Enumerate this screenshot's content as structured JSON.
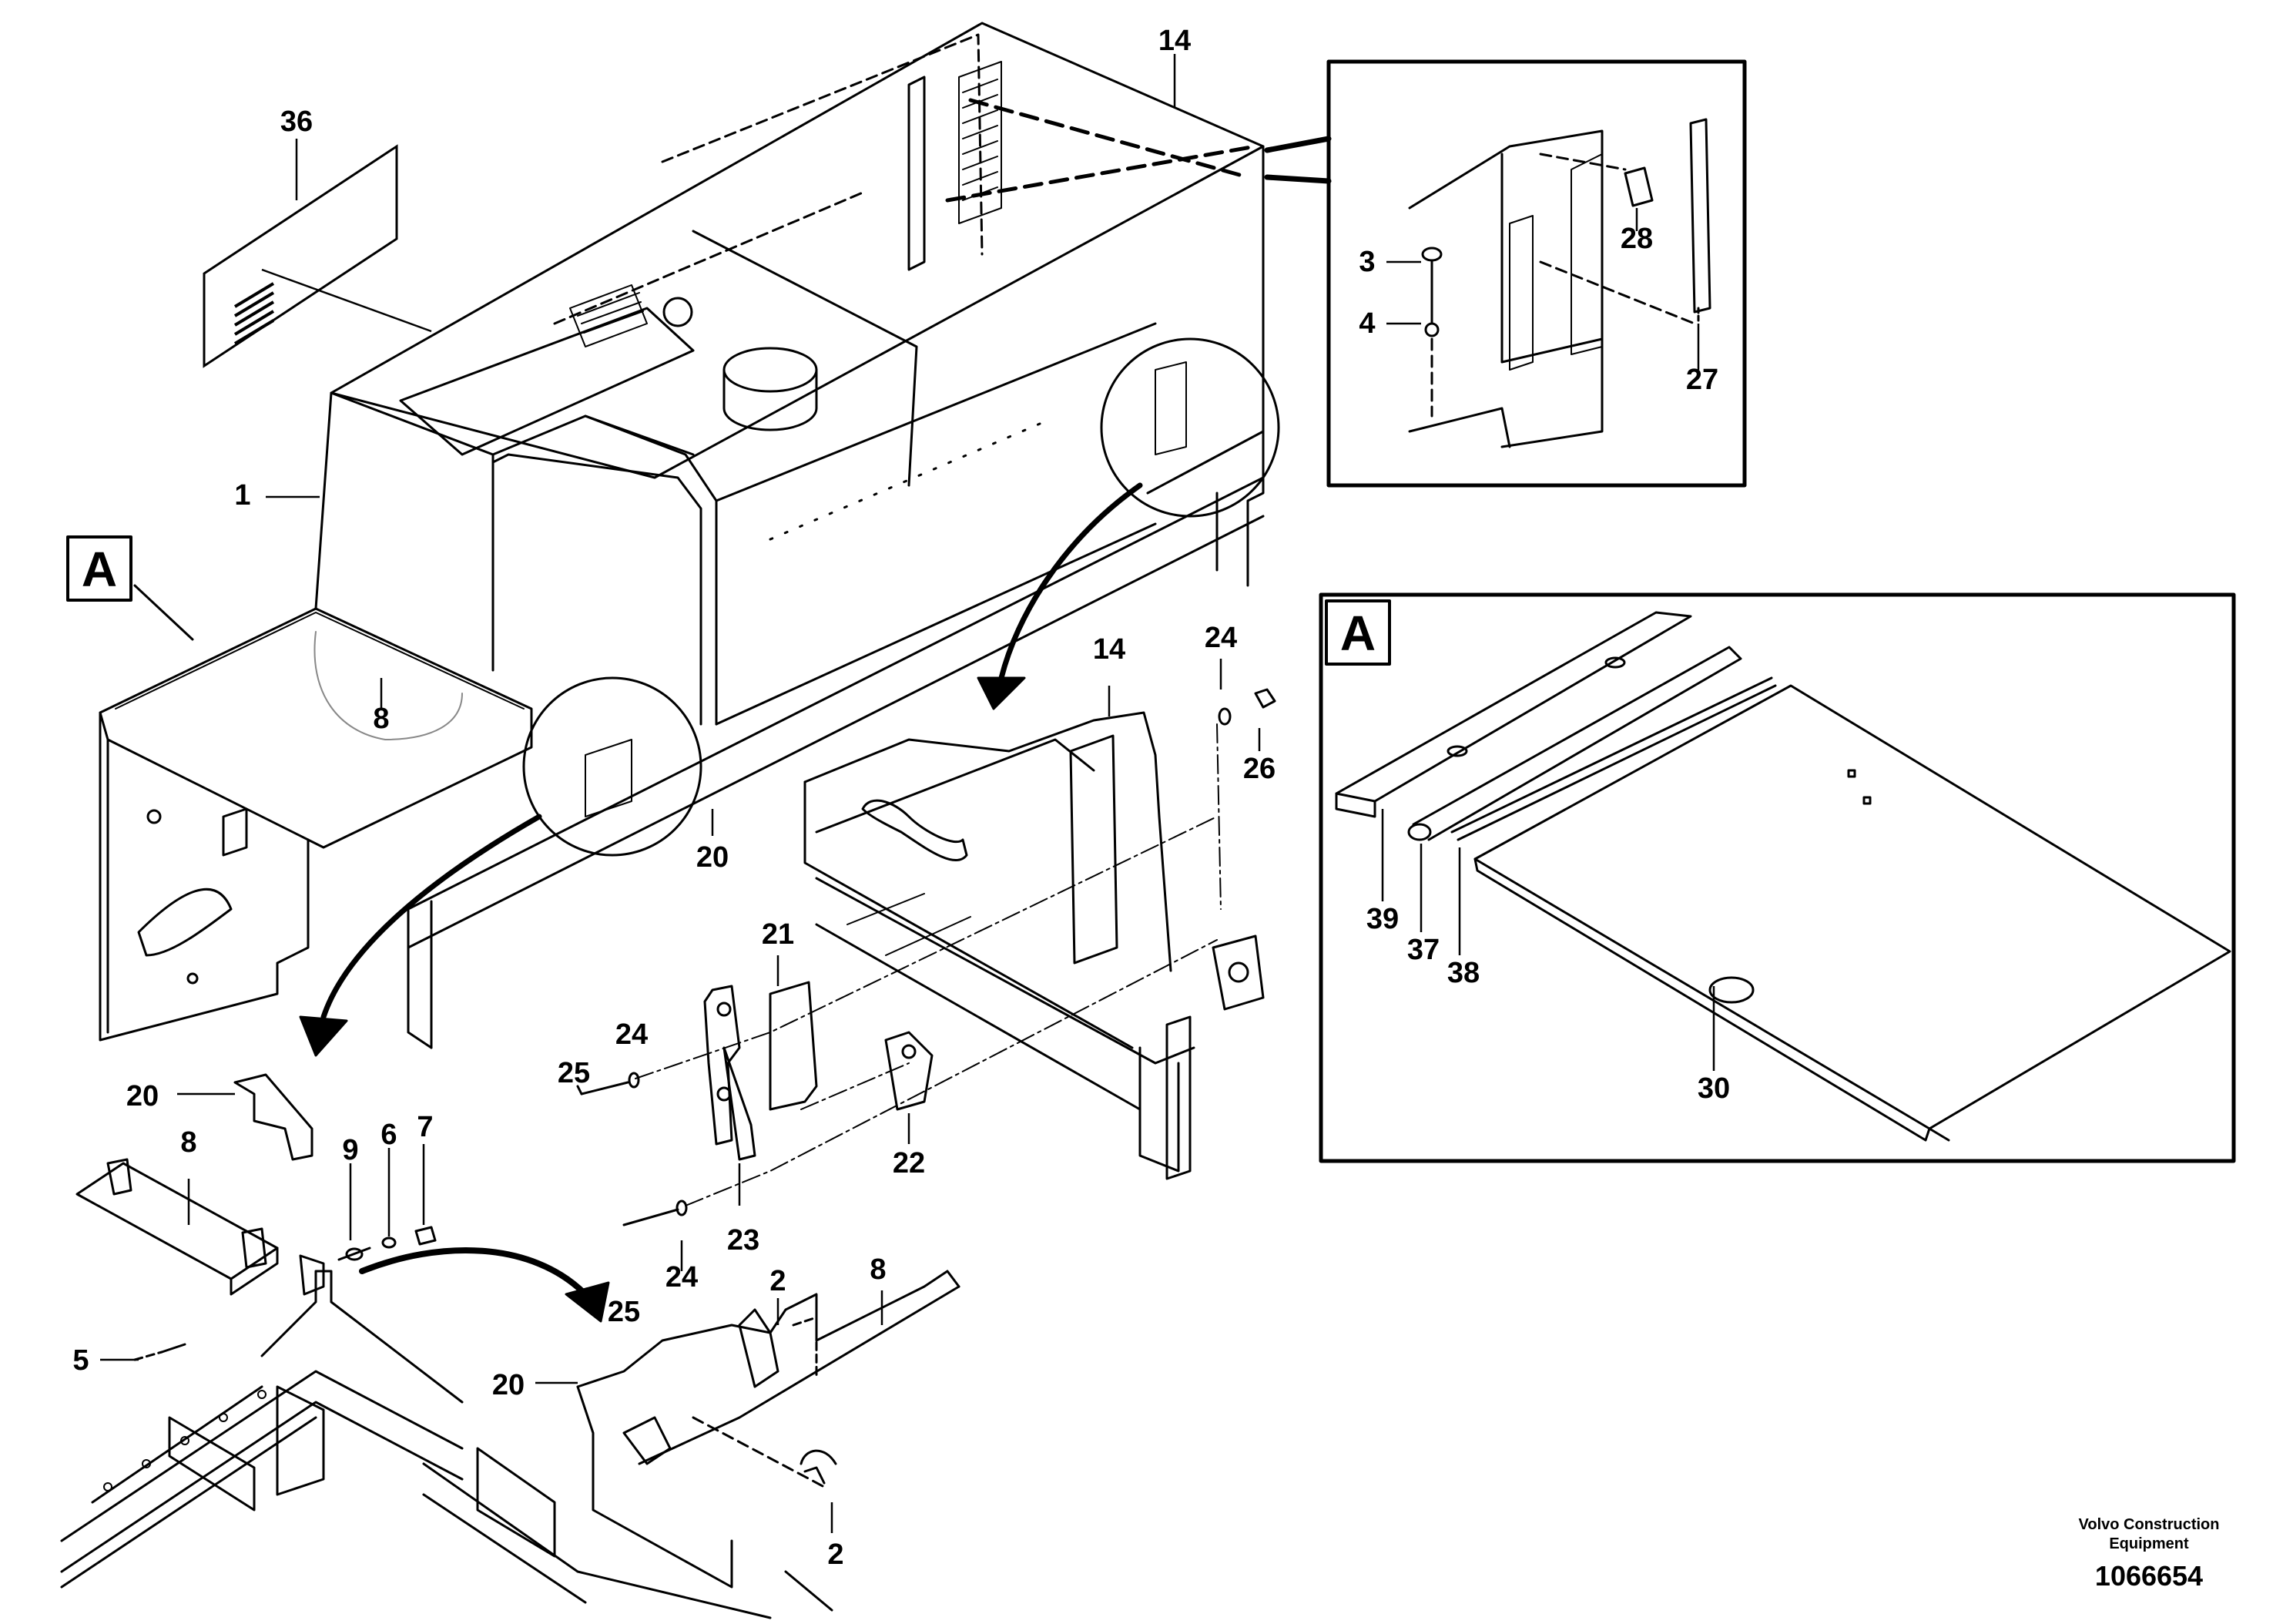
{
  "callouts": [
    "36",
    "14",
    "1",
    "8",
    "20",
    "21",
    "24",
    "25",
    "22",
    "23",
    "26",
    "9",
    "6",
    "7",
    "5",
    "2",
    "3",
    "4",
    "28",
    "27",
    "39",
    "37",
    "38",
    "30"
  ],
  "detail_box_label": "A",
  "brand": {
    "line1": "Volvo Construction",
    "line2": "Equipment"
  },
  "drawing_number": "1066654"
}
